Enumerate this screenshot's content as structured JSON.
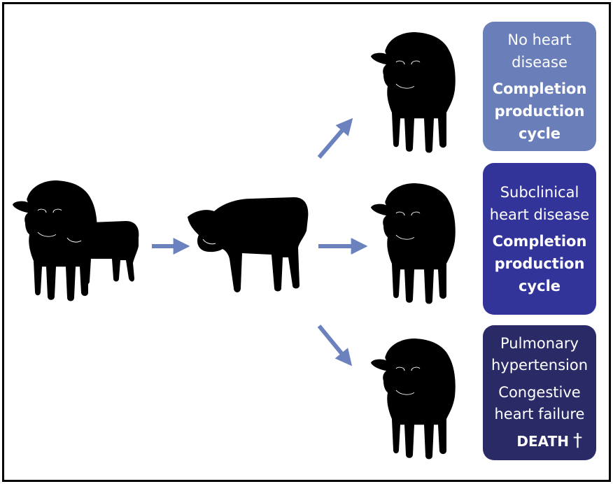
{
  "colors": {
    "box1": "#6a7fba",
    "box2": "#33349a",
    "box3": "#2a2a66",
    "arrow": "#6b82bf",
    "silhouette": "#000000"
  },
  "icons": [
    "cow-with-calf-icon",
    "calf-icon",
    "cow-icon",
    "cow-icon",
    "cow-icon",
    "arrow-icon"
  ],
  "boxes": {
    "no_disease": {
      "status": "No heart disease",
      "outcome": "Completion production cycle"
    },
    "subclinical": {
      "status": "Subclinical heart disease",
      "outcome": "Completion production cycle"
    },
    "clinical": {
      "line1": "Pulmonary hypertension",
      "line2": "Congestive heart failure",
      "outcome": "DEATH",
      "symbol": "†"
    }
  }
}
